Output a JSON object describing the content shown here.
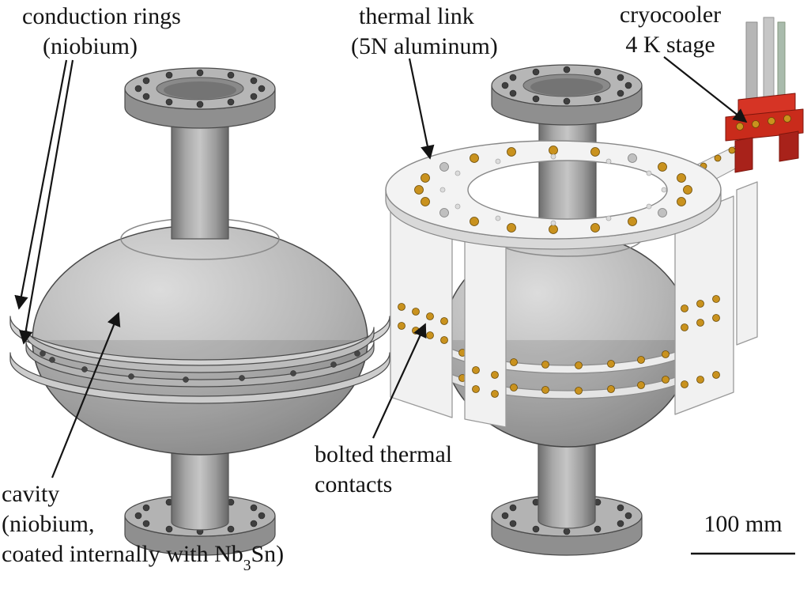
{
  "figure": {
    "labels": {
      "conduction_rings_1": "conduction rings",
      "conduction_rings_2": "(niobium)",
      "thermal_link_1": "thermal link",
      "thermal_link_2": "(5N aluminum)",
      "cryocooler_1": "cryocooler",
      "cryocooler_2": "4 K stage",
      "bolted_1": "bolted thermal",
      "bolted_2": "contacts",
      "cavity_1": "cavity",
      "cavity_2": "(niobium,",
      "cavity_3_pre": "coated internally with Nb",
      "cavity_3_sub": "3",
      "cavity_3_post": "Sn)",
      "scale": "100 mm"
    },
    "colors": {
      "background": "#ffffff",
      "cavity_gray": "#a8a8a8",
      "aluminum_white": "#f2f2f2",
      "bolt_gold": "#c9921e",
      "cryocooler_red": "#c92b1b",
      "outline": "#4a4a4a",
      "annotation": "#141414"
    }
  }
}
